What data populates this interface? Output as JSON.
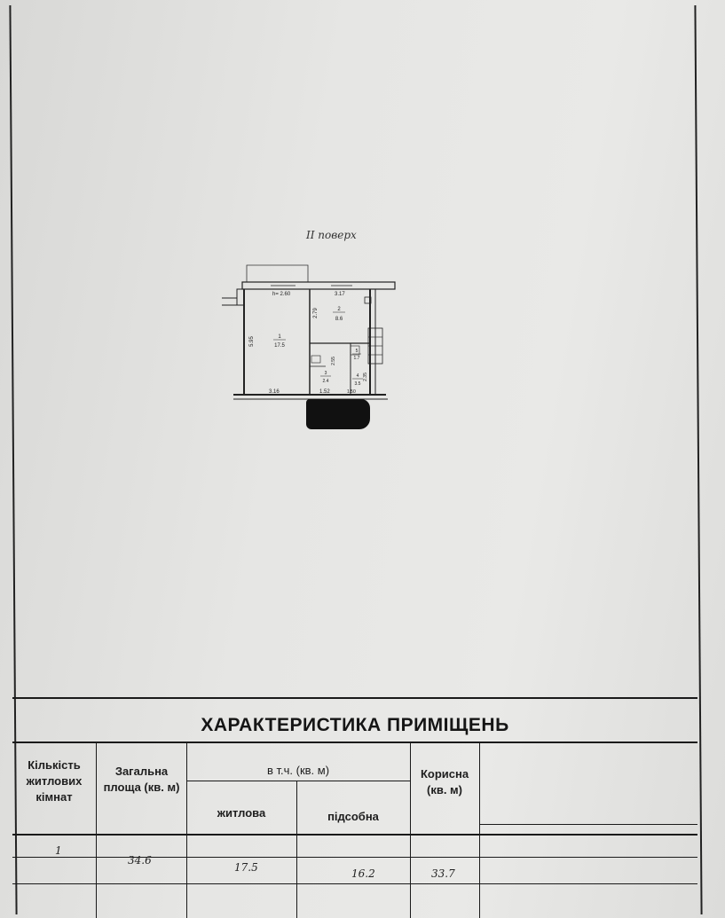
{
  "plan": {
    "floor_label": "II поверх",
    "rooms": [
      {
        "number": "1",
        "area": "17.5"
      },
      {
        "number": "2",
        "area": "8.6"
      },
      {
        "number": "3",
        "area": "2.4"
      },
      {
        "number": "4",
        "area": "3.5"
      },
      {
        "number": "5",
        "area": "1.7"
      }
    ],
    "dimensions": {
      "ceiling": "h= 2.60",
      "top_right": "3.17",
      "left_side": "5.95",
      "bottom_left": "3.16",
      "bottom_mid": "1.52",
      "bottom_right": "1.50",
      "mid_vertical": "2.79",
      "hall_vertical": "2.55",
      "bath_vertical": "2.35"
    }
  },
  "table": {
    "title": "ХАРАКТЕРИСТИКА ПРИМІЩЕНЬ",
    "headers": {
      "rooms_count": "Кількість житлових кімнат",
      "total_area": "Загальна площа (кв. м)",
      "incl": "в т.ч. (кв. м)",
      "living": "житлова",
      "auxiliary": "підсобна",
      "useful": "Корисна (кв. м)"
    },
    "values": {
      "rooms_count": "1",
      "total_area": "34.6",
      "living": "17.5",
      "auxiliary": "16.2",
      "useful": "33.7"
    }
  }
}
